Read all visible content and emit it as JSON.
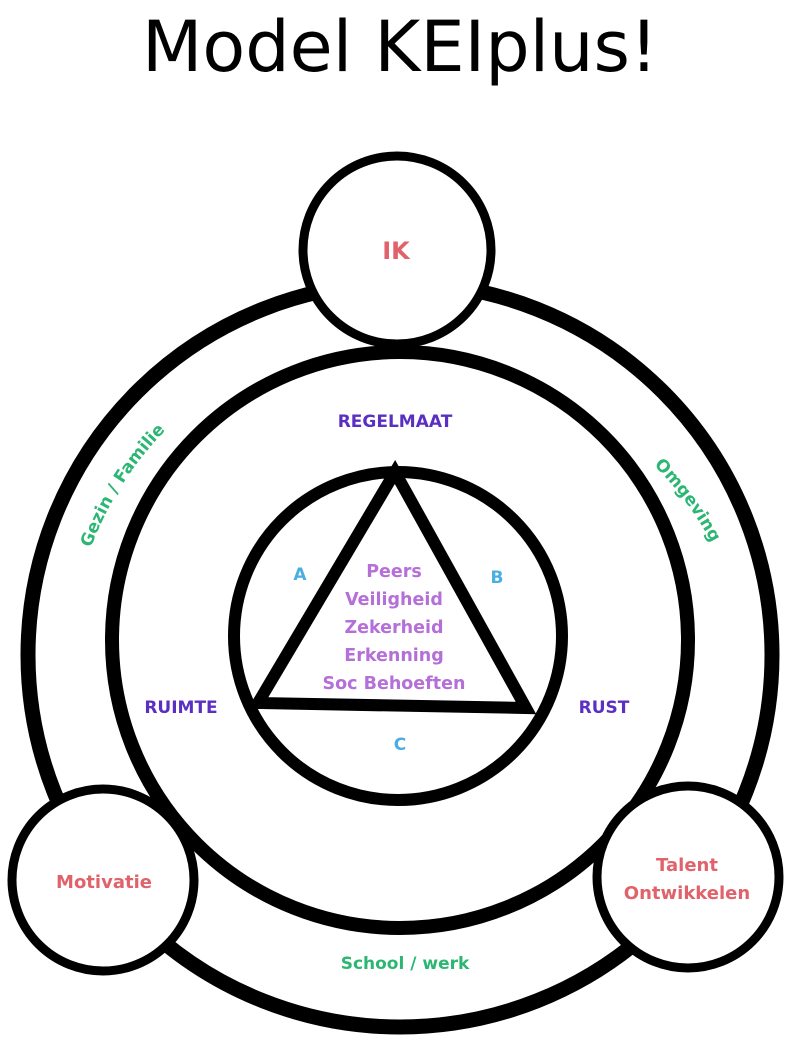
{
  "title": "Model KEIplus!",
  "colors": {
    "node_text": "#e0636b",
    "context_text": "#2bb673",
    "axis_text": "#5a2fc2",
    "corner_text": "#4aaee0",
    "core_text": "#b56fd8",
    "line": "#000000"
  },
  "nodes": {
    "top": "IK",
    "bottom_left": "Motivatie",
    "bottom_right_line1": "Talent",
    "bottom_right_line2": "Ontwikkelen"
  },
  "contexts": {
    "left": "Gezin / Familie",
    "right": "Omgeving",
    "bottom": "School / werk"
  },
  "axes": {
    "top": "REGELMAAT",
    "left": "RUIMTE",
    "right": "RUST"
  },
  "corners": {
    "a": "A",
    "b": "B",
    "c": "C"
  },
  "core": {
    "items": [
      "Peers",
      "Veiligheid",
      "Zekerheid",
      "Erkenning",
      "Soc Behoeften"
    ]
  }
}
